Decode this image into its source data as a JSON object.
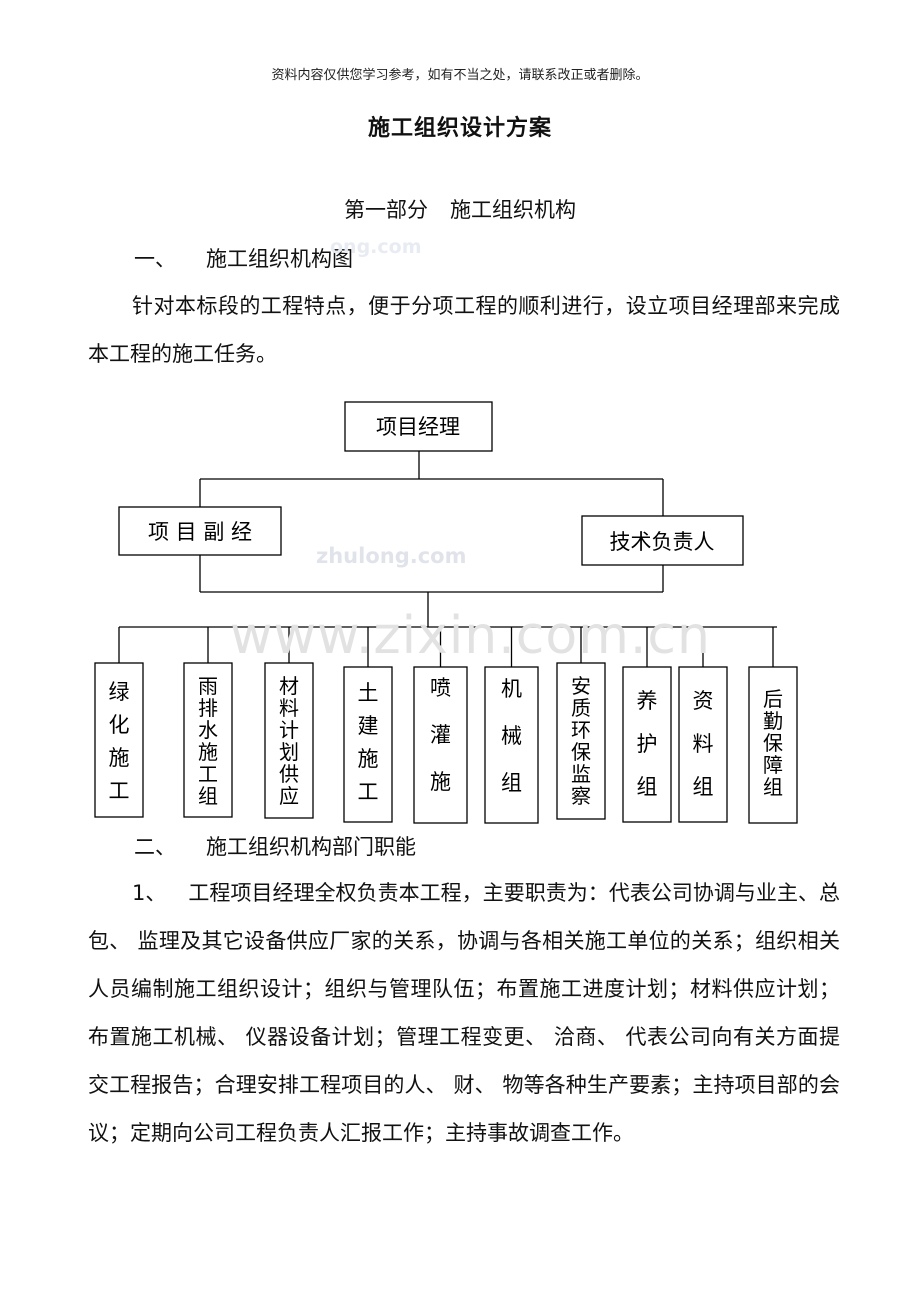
{
  "notice": "资料内容仅供您学习参考，如有不当之处，请联系改正或者删除。",
  "title": "施工组织设计方案",
  "part": {
    "num": "第一部分",
    "name": "施工组织机构"
  },
  "section1": {
    "num": "一、",
    "title": "施工组织机构图"
  },
  "intro": "针对本标段的工程特点，便于分项工程的顺利进行，设立项目经理部来完成本工程的施工任务。",
  "org": {
    "manager": "项目经理",
    "deputy": "项 目 副 经",
    "tech": "技术负责人",
    "teams": [
      [
        "绿",
        "化",
        "施",
        "工"
      ],
      [
        "雨",
        "排",
        "水",
        "施",
        "工",
        "组"
      ],
      [
        "材",
        "料",
        "计",
        "划",
        "供",
        "应"
      ],
      [
        "土",
        "建",
        "施",
        "工"
      ],
      [
        "喷",
        "灌",
        "施"
      ],
      [
        "机",
        "械",
        "组"
      ],
      [
        "安",
        "质",
        "环",
        "保",
        "监",
        "察"
      ],
      [
        "养",
        "护",
        "组"
      ],
      [
        "资",
        "料",
        "组"
      ],
      [
        "后",
        "勤",
        "保",
        "障",
        "组"
      ]
    ]
  },
  "section2": {
    "num": "二、",
    "title": "施工组织机构部门职能"
  },
  "duty1": {
    "num": "1、",
    "text": "工程项目经理全权负责本工程，主要职责为：代表公司协调与业主、总包、 监理及其它设备供应厂家的关系，协调与各相关施工单位的关系；组织相关人员编制施工组织设计；组织与管理队伍；布置施工进度计划；材料供应计划；布置施工机械、 仪器设备计划；管理工程变更、 洽商、 代表公司向有关方面提交工程报告；合理安排工程项目的人、 财、 物等各种生产要素；主持项目部的会议；定期向公司工程负责人汇报工作；主持事故调查工作。"
  },
  "watermarks": {
    "zhulong": "zhulong.com",
    "zixin": "www.zixin.com.cn",
    "small": "ong.com"
  }
}
